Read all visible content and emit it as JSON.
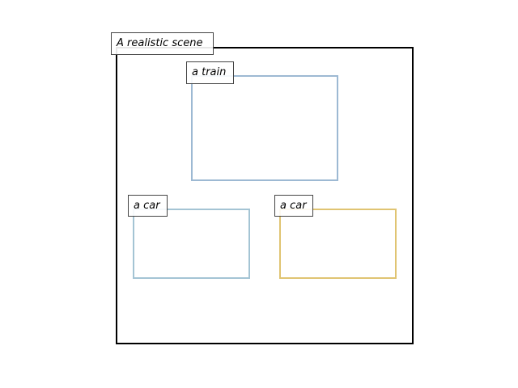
{
  "scene": {
    "title": "A realistic scene",
    "frame_color": "#000000"
  },
  "objects": [
    {
      "label": "a train",
      "color": "#9db9d3"
    },
    {
      "label": "a car",
      "color": "#a4c4d4"
    },
    {
      "label": "a car",
      "color": "#e0c472"
    }
  ]
}
